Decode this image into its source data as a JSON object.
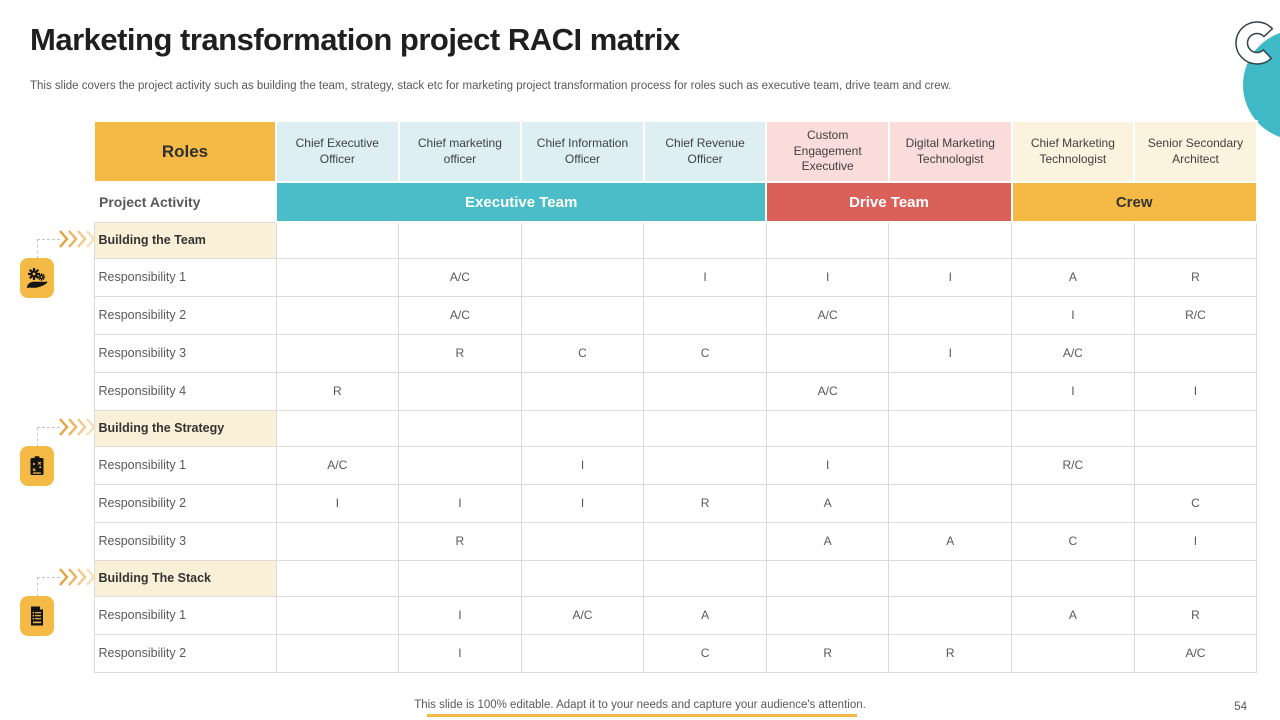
{
  "slide": {
    "title": "Marketing transformation project RACI matrix",
    "subtitle": "This slide covers the project activity  such as building the team, strategy,  stack etc for marketing project transformation process  for roles such as executive team, drive team and crew.",
    "footer": "This slide is 100% editable.  Adapt it to your needs and capture your audience's attention.",
    "page_number": "54"
  },
  "colors": {
    "accent_yellow": "#F4BA45",
    "teal": "#4BBDC8",
    "red": "#DA615A",
    "header_blue": "#DDEFF3",
    "header_pink": "#FADCDB",
    "header_cream": "#FCF3DE",
    "section_cream": "#FAF0D8",
    "deco_teal": "#3EB9C5"
  },
  "table": {
    "corner_label": "Roles",
    "activity_label": "Project Activity",
    "role_headers": [
      {
        "label": "Chief  Executive Officer",
        "group": "exec"
      },
      {
        "label": "Chief marketing officer",
        "group": "exec"
      },
      {
        "label": "Chief Information Officer",
        "group": "exec"
      },
      {
        "label": "Chief Revenue Officer",
        "group": "exec"
      },
      {
        "label": "Custom Engagement Executive",
        "group": "drive"
      },
      {
        "label": "Digital Marketing Technologist",
        "group": "drive"
      },
      {
        "label": "Chief Marketing Technologist",
        "group": "crew"
      },
      {
        "label": "Senior Secondary Architect",
        "group": "crew"
      }
    ],
    "team_bands": [
      {
        "label": "Executive Team",
        "span": 4,
        "style": "teal"
      },
      {
        "label": "Drive Team",
        "span": 2,
        "style": "red"
      },
      {
        "label": "Crew",
        "span": 2,
        "style": "yellow"
      }
    ],
    "sections": [
      {
        "title": "Building the Team",
        "icon": "hand-gears-icon",
        "rows": [
          {
            "label": "Responsibility 1",
            "cells": [
              "",
              "A/C",
              "",
              "I",
              "I",
              "I",
              "A",
              "R"
            ]
          },
          {
            "label": "Responsibility 2",
            "cells": [
              "",
              "A/C",
              "",
              "",
              "A/C",
              "",
              "I",
              "R/C"
            ]
          },
          {
            "label": "Responsibility 3",
            "cells": [
              "",
              "R",
              "C",
              "C",
              "",
              "I",
              "A/C",
              ""
            ]
          },
          {
            "label": "Responsibility 4",
            "cells": [
              "R",
              "",
              "",
              "",
              "A/C",
              "",
              "I",
              "I"
            ]
          }
        ]
      },
      {
        "title": "Building the Strategy",
        "icon": "strategy-board-icon",
        "rows": [
          {
            "label": "Responsibility 1",
            "cells": [
              "A/C",
              "",
              "I",
              "",
              "I",
              "",
              "R/C",
              ""
            ]
          },
          {
            "label": "Responsibility 2",
            "cells": [
              "I",
              "I",
              "I",
              "R",
              "A",
              "",
              "",
              "C"
            ]
          },
          {
            "label": "Responsibility 3",
            "cells": [
              "",
              "R",
              "",
              "",
              "A",
              "A",
              "C",
              "I"
            ]
          }
        ]
      },
      {
        "title": "Building The Stack",
        "icon": "document-list-icon",
        "rows": [
          {
            "label": "Responsibility 1",
            "cells": [
              "",
              "I",
              "A/C",
              "A",
              "",
              "",
              "A",
              "R"
            ]
          },
          {
            "label": "Responsibility 2",
            "cells": [
              "",
              "I",
              "",
              "C",
              "R",
              "R",
              "",
              "A/C"
            ]
          }
        ]
      }
    ]
  }
}
